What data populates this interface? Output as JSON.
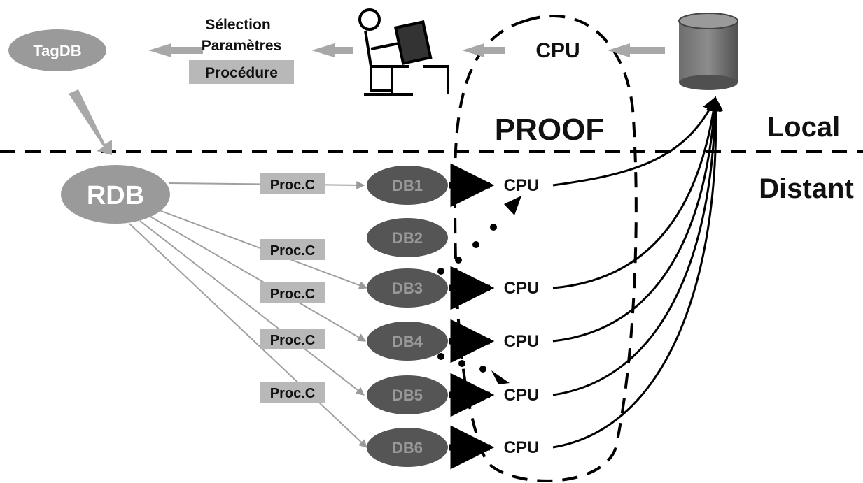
{
  "top": {
    "tagdb": "TagDB",
    "menu": [
      "Sélection",
      "Paramètres",
      "Procédure"
    ],
    "top_cpu": "CPU",
    "proof": "PROOF"
  },
  "zones": {
    "local": "Local",
    "distant": "Distant"
  },
  "rdb": "RDB",
  "proc_label": "Proc.C",
  "db_nodes": [
    "DB1",
    "DB2",
    "DB3",
    "DB4",
    "DB5",
    "DB6"
  ],
  "cpu_label": "CPU",
  "colors": {
    "ellipse_dark": "#555555",
    "ellipse_light": "#9a9a9a",
    "label_box": "#b8b8b8",
    "arrow_grey": "#a8a8a8",
    "dashed": "#000000"
  },
  "icons": {
    "user": "person-at-computer-icon",
    "database": "database-cylinder-icon"
  }
}
